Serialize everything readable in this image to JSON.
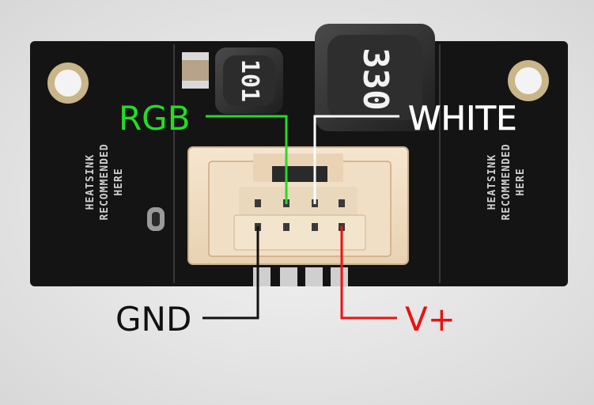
{
  "board": {
    "silkscreen_left": [
      "HEATSINK",
      "RECOMMENDED",
      "HERE"
    ],
    "silkscreen_right": [
      "HEATSINK",
      "RECOMMENDED",
      "HERE"
    ],
    "inductor_small": "101",
    "inductor_large": "330"
  },
  "wires": {
    "rgb": {
      "label": "RGB",
      "color": "#22dd22"
    },
    "white": {
      "label": "WHITE",
      "color": "#ffffff"
    },
    "gnd": {
      "label": "GND",
      "color": "#111111"
    },
    "vplus": {
      "label": "V+",
      "color": "#ee1111"
    }
  }
}
